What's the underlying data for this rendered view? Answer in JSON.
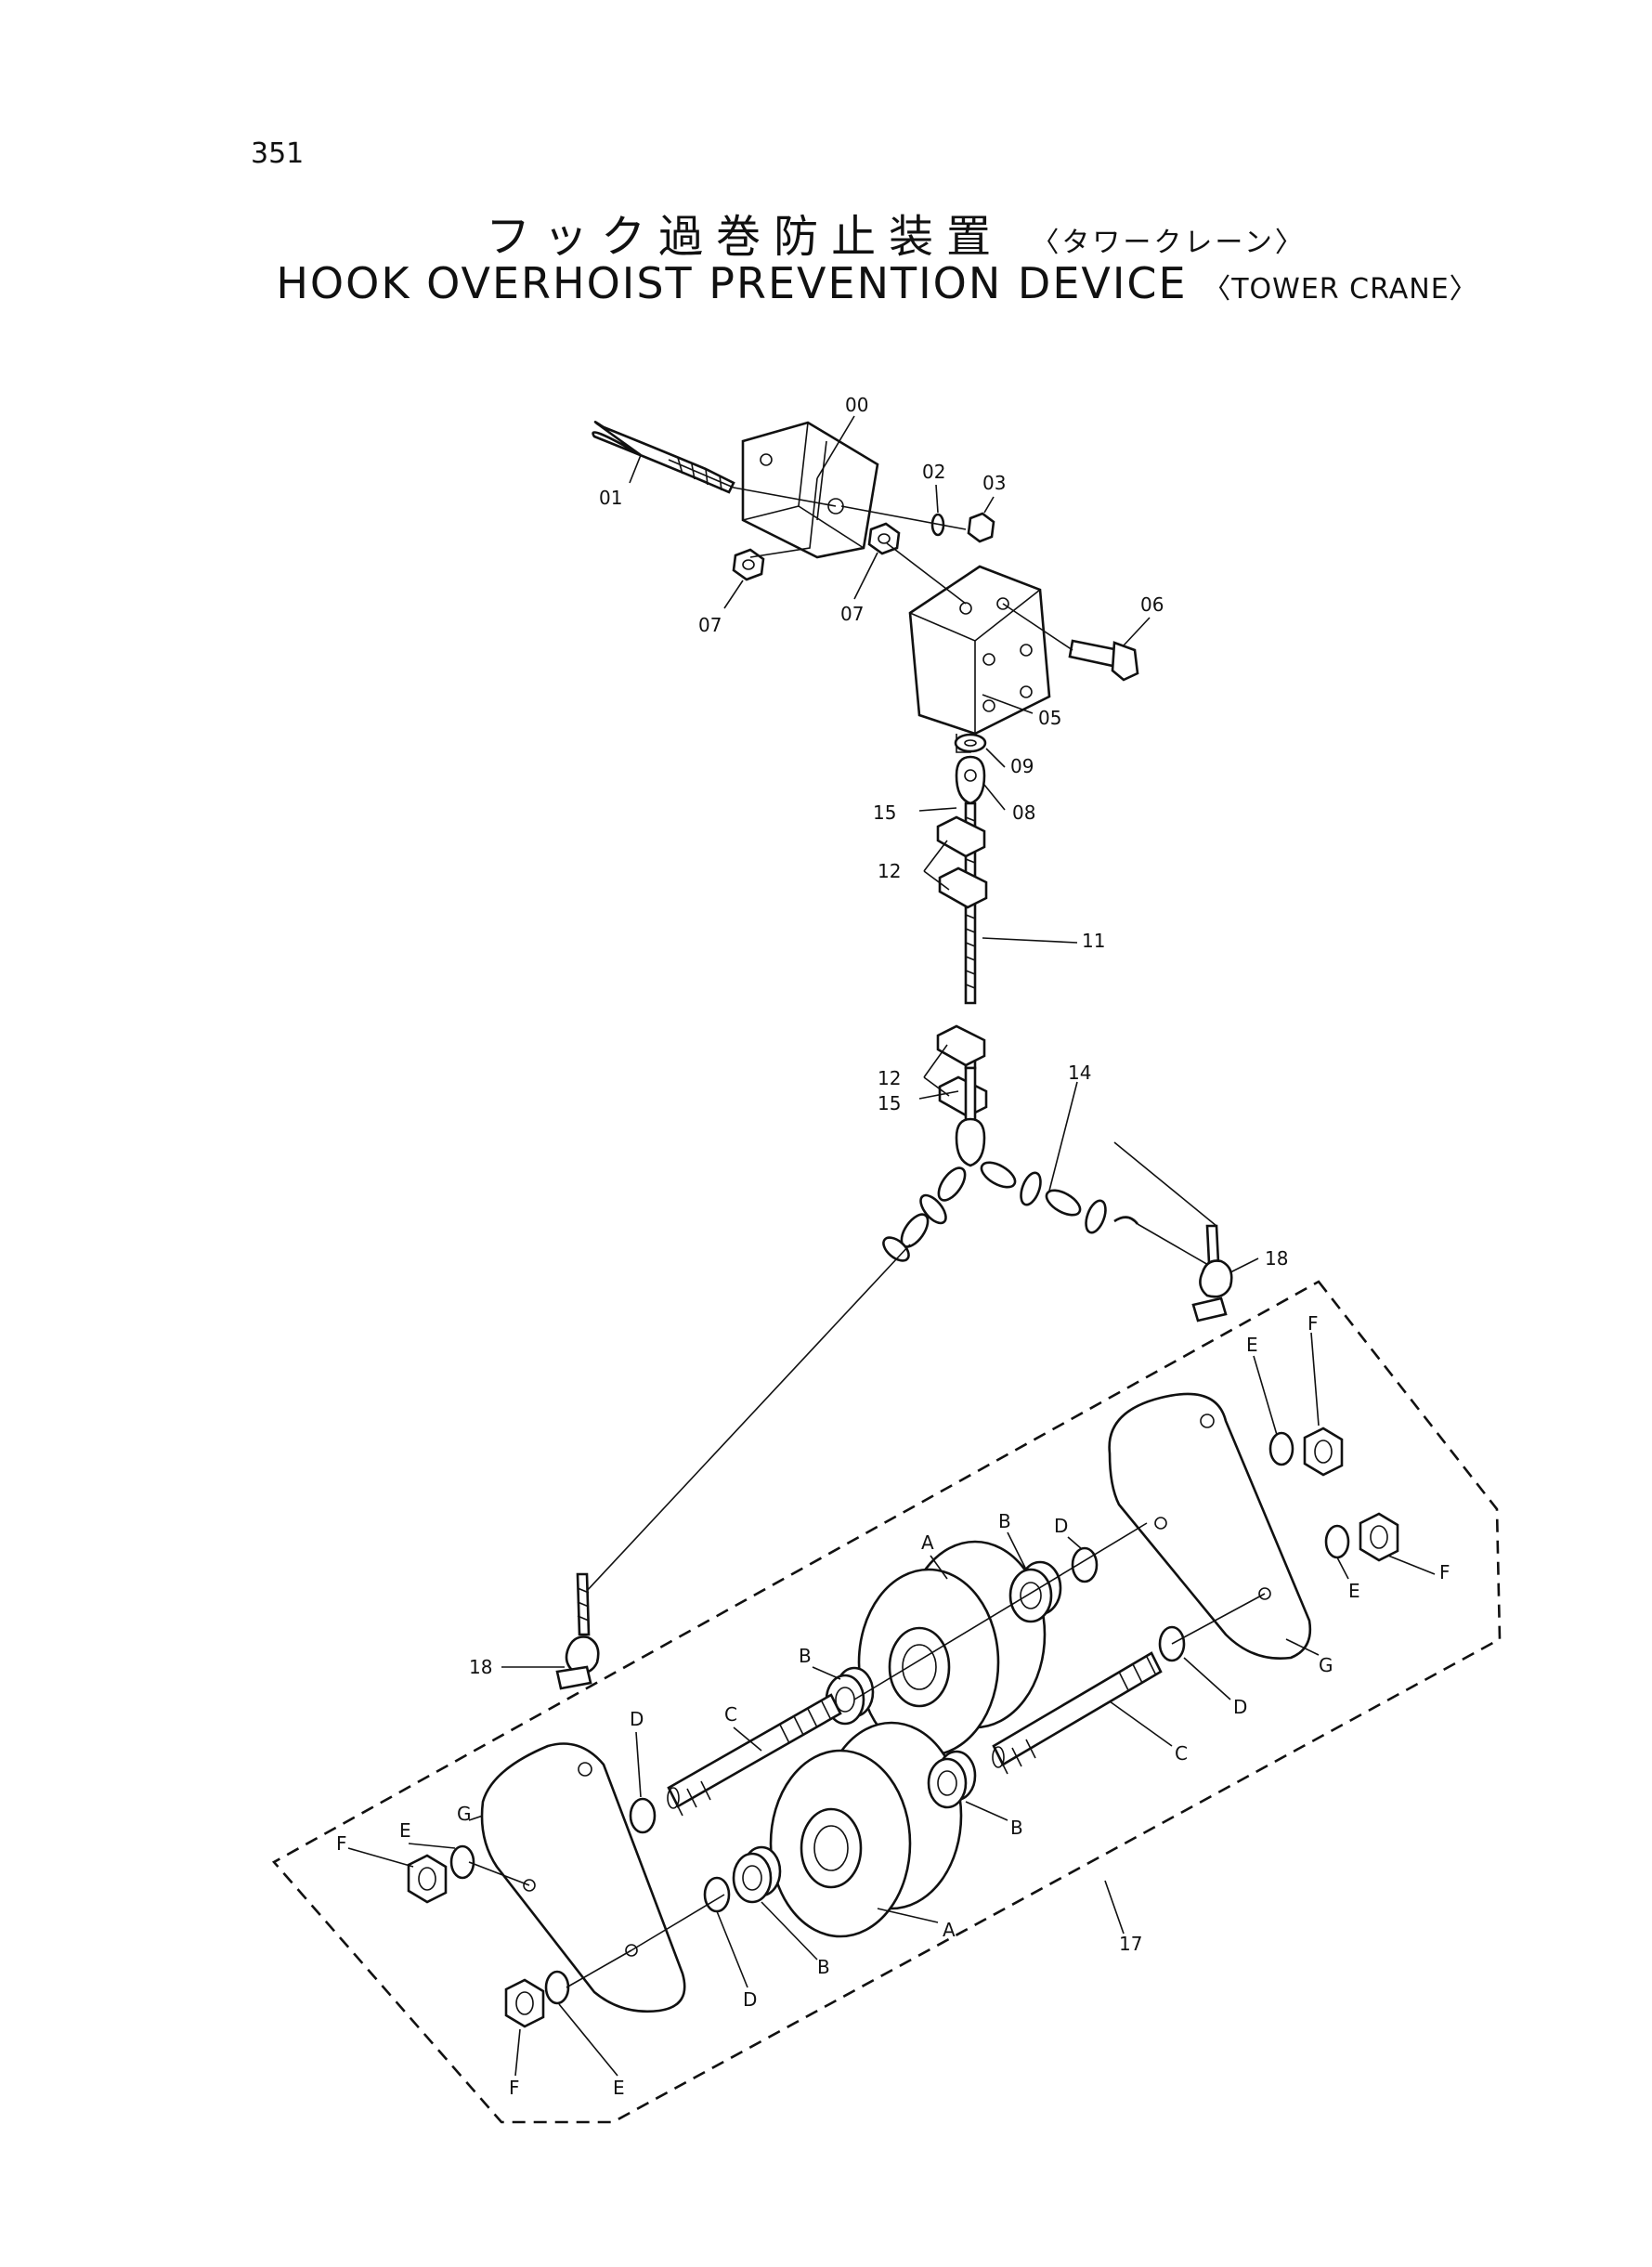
{
  "page_number": "351",
  "title": {
    "jp_main": "フック過巻防止装置",
    "jp_sub": "〈タワークレーン〉",
    "en_main": "HOOK OVERHOIST PREVENTION DEVICE",
    "en_sub": "〈TOWER CRANE〉"
  },
  "callouts": {
    "c00": "00",
    "c01": "01",
    "c02": "02",
    "c03": "03",
    "c05": "05",
    "c06": "06",
    "c07a": "07",
    "c07b": "07",
    "c08": "08",
    "c09": "09",
    "c11": "11",
    "c12a": "12",
    "c12b": "12",
    "c14": "14",
    "c15a": "15",
    "c15b": "15",
    "c17": "17",
    "c18a": "18",
    "c18b": "18",
    "A1": "A",
    "A2": "A",
    "B1": "B",
    "B2": "B",
    "B3": "B",
    "B4": "B",
    "C1": "C",
    "C2": "C",
    "D1": "D",
    "D2": "D",
    "D3": "D",
    "D4": "D",
    "E1": "E",
    "E2": "E",
    "E3": "E",
    "E4": "E",
    "F1": "F",
    "F2": "F",
    "F3": "F",
    "F4": "F",
    "G1": "G",
    "G2": "G"
  }
}
